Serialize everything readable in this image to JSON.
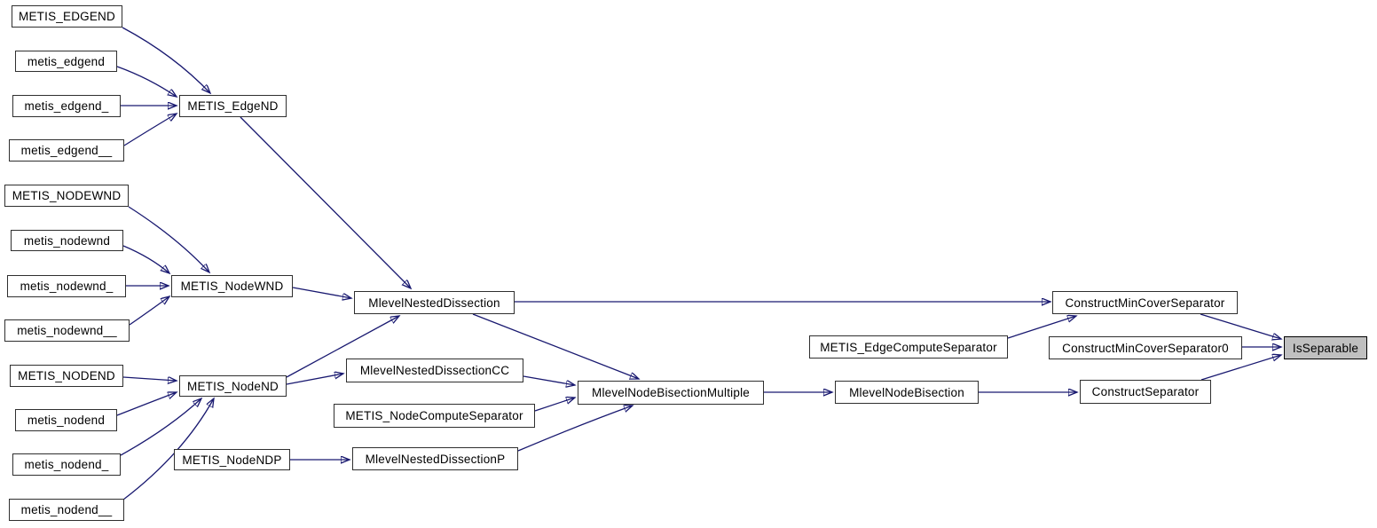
{
  "diagram": {
    "kind": "doxygen-caller-graph",
    "focused_node": "IsSeparable",
    "colors": {
      "edge": "#191970",
      "node_border": "#2f2f2f",
      "node_fill": "#ffffff",
      "focus_fill": "#c0c0c0",
      "text": "#000000",
      "background": "#ffffff"
    }
  },
  "nodes": [
    {
      "id": "METIS_EDGEND",
      "label": "METIS_EDGEND"
    },
    {
      "id": "metis_edgend",
      "label": "metis_edgend"
    },
    {
      "id": "metis_edgend_",
      "label": "metis_edgend_"
    },
    {
      "id": "metis_edgend__",
      "label": "metis_edgend__"
    },
    {
      "id": "METIS_NODEWND",
      "label": "METIS_NODEWND"
    },
    {
      "id": "metis_nodewnd",
      "label": "metis_nodewnd"
    },
    {
      "id": "metis_nodewnd_",
      "label": "metis_nodewnd_"
    },
    {
      "id": "metis_nodewnd__",
      "label": "metis_nodewnd__"
    },
    {
      "id": "METIS_NODEND",
      "label": "METIS_NODEND"
    },
    {
      "id": "metis_nodend",
      "label": "metis_nodend"
    },
    {
      "id": "metis_nodend_",
      "label": "metis_nodend_"
    },
    {
      "id": "metis_nodend__",
      "label": "metis_nodend__"
    },
    {
      "id": "METIS_EdgeND",
      "label": "METIS_EdgeND"
    },
    {
      "id": "METIS_NodeWND",
      "label": "METIS_NodeWND"
    },
    {
      "id": "METIS_NodeND",
      "label": "METIS_NodeND"
    },
    {
      "id": "METIS_NodeNDP",
      "label": "METIS_NodeNDP"
    },
    {
      "id": "MlevelNestedDissection",
      "label": "MlevelNestedDissection"
    },
    {
      "id": "MlevelNestedDissectionCC",
      "label": "MlevelNestedDissectionCC"
    },
    {
      "id": "METIS_NodeComputeSeparator",
      "label": "METIS_NodeComputeSeparator"
    },
    {
      "id": "MlevelNestedDissectionP",
      "label": "MlevelNestedDissectionP"
    },
    {
      "id": "MlevelNodeBisectionMultiple",
      "label": "MlevelNodeBisectionMultiple"
    },
    {
      "id": "METIS_EdgeComputeSeparator",
      "label": "METIS_EdgeComputeSeparator"
    },
    {
      "id": "MlevelNodeBisection",
      "label": "MlevelNodeBisection"
    },
    {
      "id": "ConstructMinCoverSeparator",
      "label": "ConstructMinCoverSeparator"
    },
    {
      "id": "ConstructMinCoverSeparator0",
      "label": "ConstructMinCoverSeparator0"
    },
    {
      "id": "ConstructSeparator",
      "label": "ConstructSeparator"
    },
    {
      "id": "IsSeparable",
      "label": "IsSeparable"
    }
  ],
  "edges": [
    {
      "from": "METIS_EDGEND",
      "to": "METIS_EdgeND"
    },
    {
      "from": "metis_edgend",
      "to": "METIS_EdgeND"
    },
    {
      "from": "metis_edgend_",
      "to": "METIS_EdgeND"
    },
    {
      "from": "metis_edgend__",
      "to": "METIS_EdgeND"
    },
    {
      "from": "METIS_EdgeND",
      "to": "MlevelNestedDissection"
    },
    {
      "from": "METIS_NODEWND",
      "to": "METIS_NodeWND"
    },
    {
      "from": "metis_nodewnd",
      "to": "METIS_NodeWND"
    },
    {
      "from": "metis_nodewnd_",
      "to": "METIS_NodeWND"
    },
    {
      "from": "metis_nodewnd__",
      "to": "METIS_NodeWND"
    },
    {
      "from": "METIS_NodeWND",
      "to": "MlevelNestedDissection"
    },
    {
      "from": "METIS_NODEND",
      "to": "METIS_NodeND"
    },
    {
      "from": "metis_nodend",
      "to": "METIS_NodeND"
    },
    {
      "from": "metis_nodend_",
      "to": "METIS_NodeND"
    },
    {
      "from": "metis_nodend__",
      "to": "METIS_NodeND"
    },
    {
      "from": "METIS_NodeND",
      "to": "MlevelNestedDissection"
    },
    {
      "from": "METIS_NodeND",
      "to": "MlevelNestedDissectionCC"
    },
    {
      "from": "MlevelNestedDissection",
      "to": "ConstructMinCoverSeparator"
    },
    {
      "from": "MlevelNestedDissection",
      "to": "MlevelNodeBisectionMultiple"
    },
    {
      "from": "MlevelNestedDissectionCC",
      "to": "MlevelNodeBisectionMultiple"
    },
    {
      "from": "METIS_NodeComputeSeparator",
      "to": "MlevelNodeBisectionMultiple"
    },
    {
      "from": "METIS_NodeNDP",
      "to": "MlevelNestedDissectionP"
    },
    {
      "from": "MlevelNestedDissectionP",
      "to": "MlevelNodeBisectionMultiple"
    },
    {
      "from": "MlevelNodeBisectionMultiple",
      "to": "MlevelNodeBisection"
    },
    {
      "from": "MlevelNodeBisection",
      "to": "ConstructSeparator"
    },
    {
      "from": "METIS_EdgeComputeSeparator",
      "to": "ConstructMinCoverSeparator"
    },
    {
      "from": "ConstructMinCoverSeparator",
      "to": "IsSeparable"
    },
    {
      "from": "ConstructMinCoverSeparator0",
      "to": "IsSeparable"
    },
    {
      "from": "ConstructSeparator",
      "to": "IsSeparable"
    }
  ]
}
